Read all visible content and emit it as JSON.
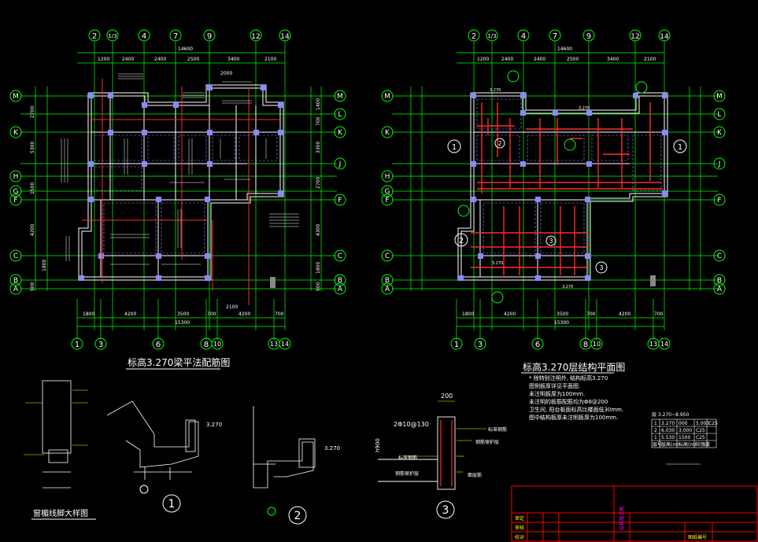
{
  "colors": {
    "background": "#000000",
    "axis": "#00ff00",
    "structure": "#ffffff",
    "beam": "#ff2a2a",
    "column": "#8a8aff",
    "annotation": "#ffff00",
    "frame": "#ff0000",
    "label": "#ff00ff"
  },
  "left_plan": {
    "title": "标高3.270梁平法配筋图",
    "top_axes": [
      "2",
      "1/3",
      "4",
      "7",
      "9",
      "12",
      "14"
    ],
    "bottom_axes": [
      "1",
      "3",
      "6",
      "8",
      "10",
      "13",
      "14"
    ],
    "side_axes": [
      "M",
      "L",
      "K",
      "J",
      "H",
      "G",
      "F",
      "C",
      "B",
      "A"
    ],
    "top_total_dim": "14600",
    "top_dims": [
      "1200",
      "2400",
      "2400",
      "2500",
      "3400",
      "2100"
    ],
    "top_sub_dim": "2000",
    "bottom_dims": [
      "1800",
      "4200",
      "3500",
      "700",
      "2100",
      "4200",
      "700"
    ],
    "bottom_total_dim": "15300",
    "left_dims": [
      "2700",
      "5300",
      "1500",
      "4200",
      "1800",
      "900"
    ],
    "right_dims": [
      "1400",
      "700",
      "3300",
      "2700",
      "4300",
      "1800",
      "900"
    ]
  },
  "right_plan": {
    "title": "标高3.270层结构平面图",
    "top_axes": [
      "2",
      "1/3",
      "4",
      "7",
      "9",
      "12",
      "14"
    ],
    "bottom_axes": [
      "1",
      "3",
      "6",
      "8",
      "10",
      "13",
      "14"
    ],
    "side_axes": [
      "M",
      "L",
      "K",
      "J",
      "H",
      "G",
      "F",
      "C",
      "B",
      "A"
    ],
    "top_total_dim": "14600",
    "top_dims": [
      "1200",
      "2400",
      "2400",
      "2500",
      "3400",
      "2100"
    ],
    "bottom_dims": [
      "1800",
      "4200",
      "3500",
      "700",
      "4200",
      "700"
    ],
    "bottom_total_dim": "15300",
    "elev_marks": [
      "3.270",
      "3.270",
      "3.270",
      "3.270"
    ],
    "section_bubbles": [
      "1",
      "1",
      "2",
      "2",
      "3",
      "3"
    ],
    "notes": [
      "* 除特别注明外, 结构标高3.270",
      "  图例板厚详见平面图.",
      "  未注明板厚为100mm.",
      "  未注明的板筋配筋均为Φ8@200",
      "  卫生间, 阳台板面标高比楼面低30mm.",
      "  图中结构板厚未注明板厚为100mm."
    ]
  },
  "details": {
    "title_1": "窗楣线脚大样图",
    "bubble_1": "1",
    "bubble_2": "2",
    "bubble_3": "3",
    "elev_a": "3.270",
    "elev_b": "3.270",
    "dim_200": "200",
    "dim_top": "200",
    "rebar_a": "2Φ10@130",
    "dim_h900": "h900",
    "label_bars": [
      "标准钢筋",
      "钢筋保护层",
      "标准钢筋",
      "钢筋保护层",
      "面层筋"
    ]
  },
  "table": {
    "title": "层 3.270~8.950",
    "rows": [
      [
        "1",
        "3.270",
        "000",
        "5.000",
        "C25"
      ],
      [
        "2",
        "6.030",
        "3.000",
        "C25"
      ],
      [
        "1",
        "5.530",
        "1500",
        "C25"
      ],
      [
        "层号",
        "层高(m)",
        "标高(m)",
        "砼强度"
      ]
    ]
  },
  "title_block": {
    "rows": [
      "审定",
      "审核",
      "校对"
    ],
    "project": "结构施工图",
    "drawing_no": "图纸编号"
  }
}
